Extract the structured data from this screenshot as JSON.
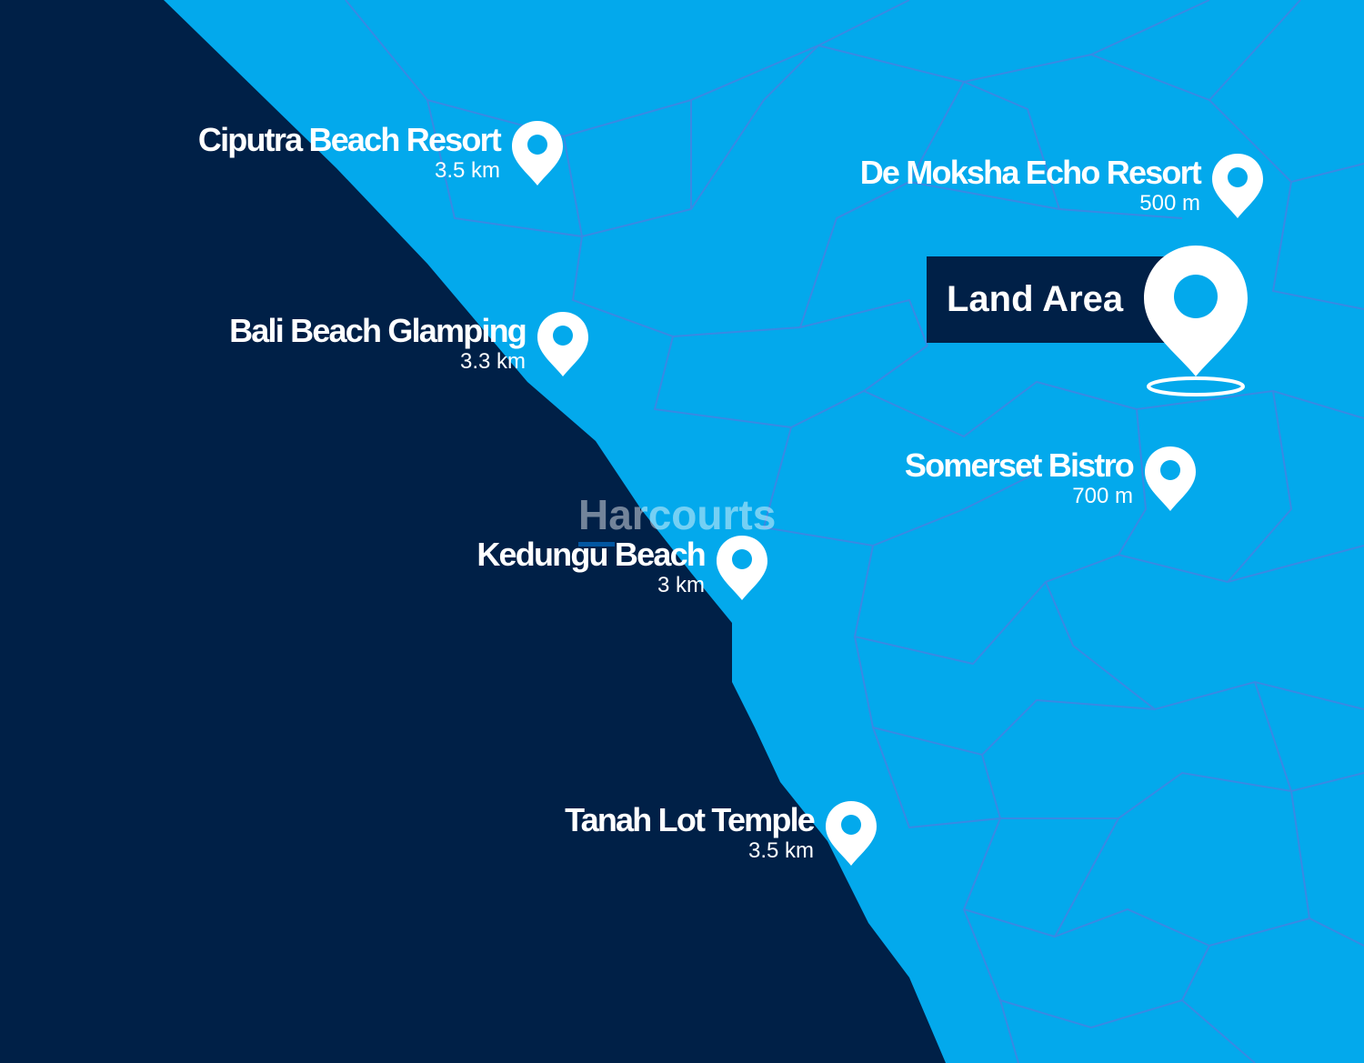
{
  "map": {
    "colors": {
      "sea": "#002047",
      "land": "#03a9ec",
      "roads": "#4b7fe0",
      "label_box": "#002047"
    },
    "land_area": {
      "label": "Land Area",
      "icon": "location-pin-icon"
    },
    "watermark": "Harcourts",
    "places": [
      {
        "name": "Ciputra Beach Resort",
        "distance": "3.5 km",
        "icon": "location-pin-icon"
      },
      {
        "name": "De Moksha Echo Resort",
        "distance": "500 m",
        "icon": "location-pin-icon"
      },
      {
        "name": "Bali Beach Glamping",
        "distance": "3.3 km",
        "icon": "location-pin-icon"
      },
      {
        "name": "Somerset Bistro",
        "distance": "700 m",
        "icon": "location-pin-icon"
      },
      {
        "name": "Kedungu Beach",
        "distance": "3 km",
        "icon": "location-pin-icon"
      },
      {
        "name": "Tanah Lot Temple",
        "distance": "3.5 km",
        "icon": "location-pin-icon"
      }
    ]
  }
}
